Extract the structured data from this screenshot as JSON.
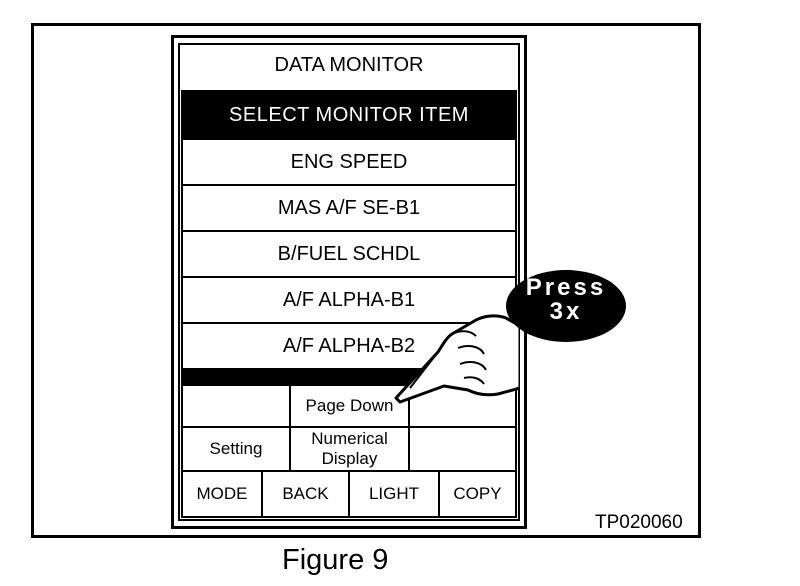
{
  "screen": {
    "title": "DATA MONITOR",
    "header": "SELECT MONITOR ITEM",
    "items": [
      "ENG SPEED",
      "MAS A/F SE-B1",
      "B/FUEL SCHDL",
      "A/F ALPHA-B1",
      "A/F ALPHA-B2"
    ]
  },
  "controls": {
    "page_down": "Page Down",
    "setting": "Setting",
    "numerical_line1": "Numerical",
    "numerical_line2": "Display",
    "mode": "MODE",
    "back": "BACK",
    "light": "LIGHT",
    "copy": "COPY"
  },
  "callout": {
    "line1": "Press",
    "line2": "3x"
  },
  "figure": {
    "code": "TP020060",
    "caption": "Figure 9"
  },
  "icons": {
    "hand": "pointing-hand-icon"
  },
  "colors": {
    "ink": "#000000",
    "paper": "#ffffff"
  }
}
